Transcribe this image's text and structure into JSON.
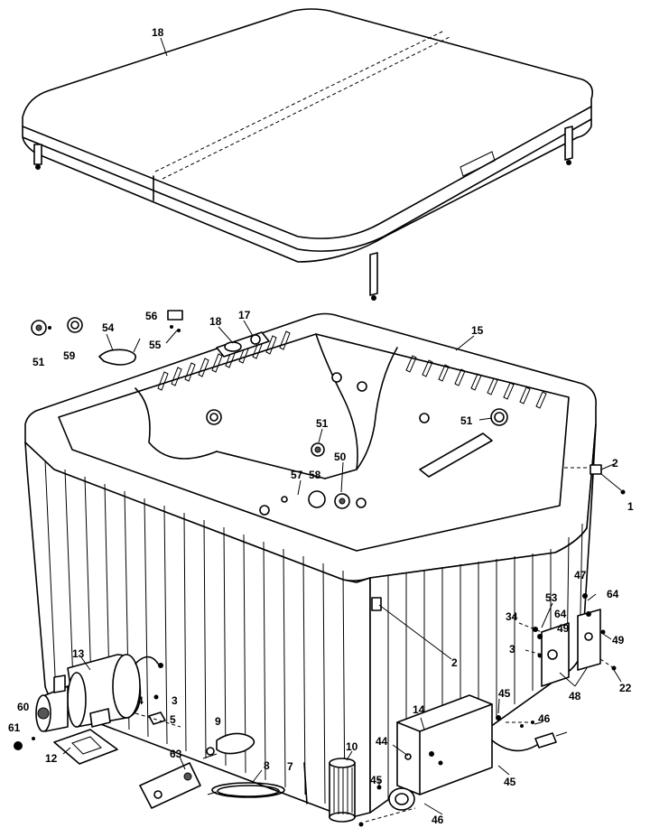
{
  "callouts": {
    "c18a": "18",
    "c18b": "18",
    "c17": "17",
    "c15": "15",
    "c56": "56",
    "c55": "55",
    "c54": "54",
    "c51a": "51",
    "c59": "59",
    "c51b": "51",
    "c51c": "51",
    "c57": "57",
    "c58": "58",
    "c50": "50",
    "c2a": "2",
    "c1": "1",
    "c2b": "2",
    "c47": "47",
    "c53": "53",
    "c64a": "64",
    "c64b": "64",
    "c34": "34",
    "c49a": "49",
    "c49b": "49",
    "c3a": "3",
    "c48": "48",
    "c22": "22",
    "c13": "13",
    "c4": "4",
    "c3b": "3",
    "c5": "5",
    "c60": "60",
    "c61": "61",
    "c12": "12",
    "c9": "9",
    "c63": "63",
    "c8": "8",
    "c7": "7",
    "c10": "10",
    "c14": "14",
    "c44": "44",
    "c45a": "45",
    "c46a": "46",
    "c45b": "45",
    "c45c": "45",
    "c46b": "46"
  }
}
